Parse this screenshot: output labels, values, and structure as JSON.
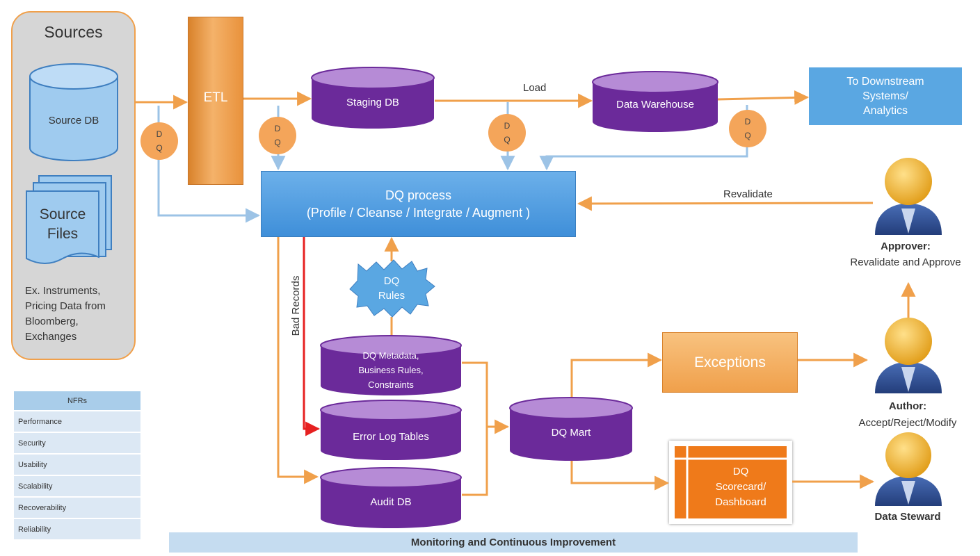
{
  "sources": {
    "title": "Sources",
    "source_db": "Source DB",
    "source_files": [
      "Source",
      "Files"
    ],
    "note": "Ex. Instruments, Pricing Data from Bloomberg, Exchanges"
  },
  "etl": {
    "label": "ETL"
  },
  "staging_db": "Staging DB",
  "load_label": "Load",
  "data_warehouse": "Data Warehouse",
  "downstream": {
    "lines": [
      "To Downstream",
      "Systems/",
      "Analytics"
    ]
  },
  "dq_badge": {
    "line1": "D",
    "line2": "Q"
  },
  "dq_process": {
    "line1": "DQ process",
    "line2": "(Profile / Cleanse / Integrate / Augment )"
  },
  "revalidate_label": "Revalidate",
  "bad_records_label": "Bad Records",
  "dq_rules": {
    "line1": "DQ",
    "line2": "Rules"
  },
  "dq_metadata": [
    "DQ Metadata,",
    "Business Rules,",
    "Constraints"
  ],
  "error_log": "Error Log Tables",
  "audit_db": "Audit DB",
  "dq_mart": "DQ Mart",
  "exceptions": "Exceptions",
  "scorecard": [
    "DQ",
    "Scorecard/",
    "Dashboard"
  ],
  "approver": {
    "role": "Approver:",
    "desc": "Revalidate and Approve"
  },
  "author": {
    "role": "Author:",
    "desc": "Accept/Reject/Modify"
  },
  "data_steward": {
    "role": "Data Steward"
  },
  "nfrs": {
    "header": "NFRs",
    "items": [
      "Performance",
      "Security",
      "Usability",
      "Scalability",
      "Recoverability",
      "Reliability"
    ]
  },
  "monitoring": "Monitoring and Continuous Improvement",
  "colors": {
    "orange": "#f0a04b",
    "purple": "#6b2a9a",
    "blue": "#5aa7e2",
    "arrow_blue": "#9cc3e6",
    "red": "#e62020"
  }
}
